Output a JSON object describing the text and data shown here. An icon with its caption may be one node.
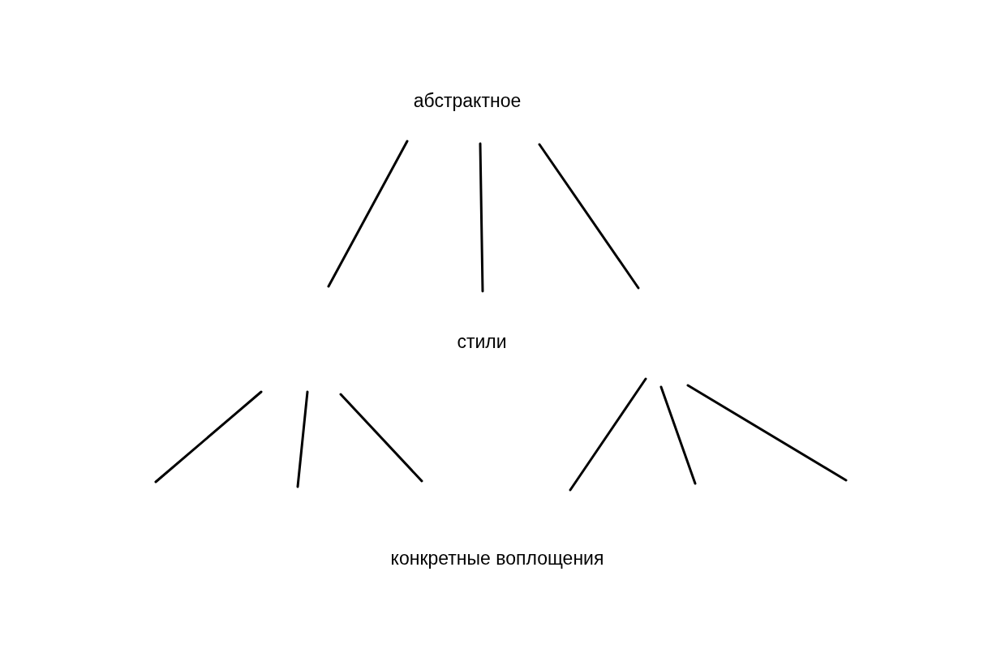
{
  "diagram": {
    "nodes": [
      {
        "text": [
          "абстрактное"
        ]
      },
      {
        "text": [
          "стили"
        ]
      },
      {
        "text": [
          "конкретные воплощения"
        ]
      }
    ]
  }
}
